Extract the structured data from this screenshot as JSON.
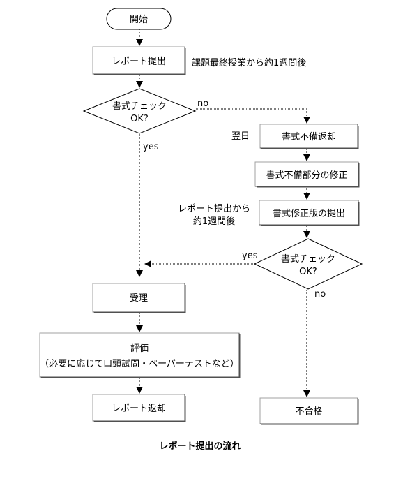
{
  "nodes": {
    "start": "開始",
    "submit": "レポート提出",
    "check1": [
      "書式チェック",
      "OK?"
    ],
    "return_format": "書式不備返却",
    "fix": "書式不備部分の修正",
    "resubmit": "書式修正版の提出",
    "check2": [
      "書式チェック",
      "OK?"
    ],
    "accept": "受理",
    "evaluate": [
      "評価",
      "（必要に応じて口頭試問・ペーパーテストなど）"
    ],
    "return_report": "レポート返却",
    "fail": "不合格"
  },
  "annotations": {
    "submit_timing": "課題最終授業から約1週間後",
    "next_day": "翌日",
    "resubmit_timing": [
      "レポート提出から",
      "約1週間後"
    ]
  },
  "branch_labels": {
    "check1_no": "no",
    "check1_yes": "yes",
    "check2_yes": "yes",
    "check2_no": "no"
  },
  "caption": "レポート提出の流れ"
}
